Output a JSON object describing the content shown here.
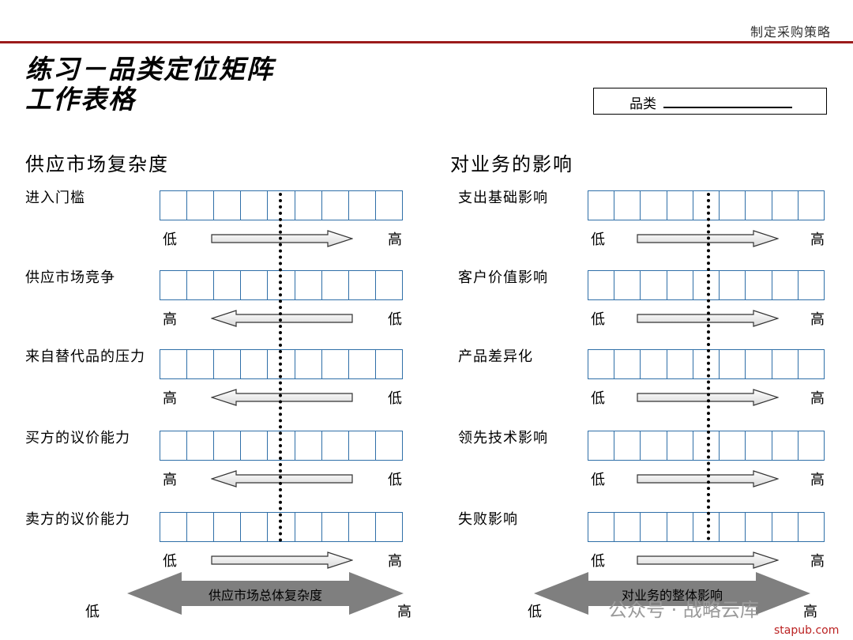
{
  "header": {
    "top_right": "制定采购策略"
  },
  "title": {
    "line1": "练习－品类定位矩阵",
    "line2": "工作表格"
  },
  "category_field": {
    "label": "品类"
  },
  "left": {
    "section_title": "供应市场复杂度",
    "rows": [
      {
        "label": "进入门槛",
        "left_end": "低",
        "right_end": "高",
        "direction": "right"
      },
      {
        "label": "供应市场竞争",
        "left_end": "高",
        "right_end": "低",
        "direction": "left"
      },
      {
        "label": "来自替代品的压力",
        "left_end": "高",
        "right_end": "低",
        "direction": "left"
      },
      {
        "label": "买方的议价能力",
        "left_end": "高",
        "right_end": "低",
        "direction": "left"
      },
      {
        "label": "卖方的议价能力",
        "left_end": "低",
        "right_end": "高",
        "direction": "right"
      }
    ],
    "summary": {
      "label": "供应市场总体复杂度",
      "left_end": "低",
      "right_end": "高"
    }
  },
  "right": {
    "section_title": "对业务的影响",
    "rows": [
      {
        "label": "支出基础影响",
        "left_end": "低",
        "right_end": "高",
        "direction": "right"
      },
      {
        "label": "客户价值影响",
        "left_end": "低",
        "right_end": "高",
        "direction": "right"
      },
      {
        "label": "产品差异化",
        "left_end": "低",
        "right_end": "高",
        "direction": "right"
      },
      {
        "label": "领先技术影响",
        "left_end": "低",
        "right_end": "高",
        "direction": "right"
      },
      {
        "label": "失败影响",
        "left_end": "低",
        "right_end": "高",
        "direction": "right"
      }
    ],
    "summary": {
      "label": "对业务的整体影响",
      "left_end": "低",
      "right_end": "高"
    }
  },
  "watermark": {
    "text": "公众号 · 战略云库",
    "site": "stapub.com"
  },
  "colors": {
    "accent_rule": "#9b1b1b",
    "grid_border": "#2f6fa8",
    "arrow_fill": "#d9d9d9",
    "summary_arrow": "#7f7f7f"
  }
}
